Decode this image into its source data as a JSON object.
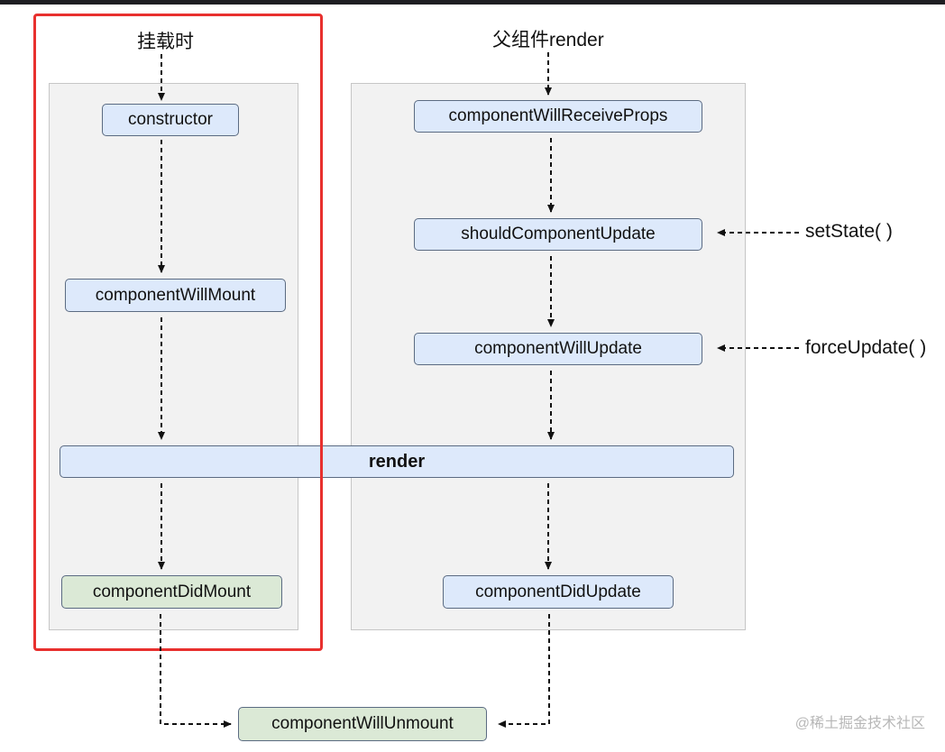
{
  "left_column": {
    "title": "挂载时",
    "constructor": "constructor",
    "will_mount": "componentWillMount",
    "did_mount": "componentDidMount"
  },
  "right_column": {
    "title": "父组件render",
    "will_receive_props": "componentWillReceiveProps",
    "should_update": "shouldComponentUpdate",
    "will_update": "componentWillUpdate",
    "did_update": "componentDidUpdate"
  },
  "shared": {
    "render": "render",
    "will_unmount": "componentWillUnmount"
  },
  "triggers": {
    "set_state": "setState( )",
    "force_update": "forceUpdate( )"
  },
  "watermark": "@稀土掘金技术社区",
  "colors": {
    "node_blue": "#dde9fb",
    "node_green": "#dbe9d6",
    "panel": "#f2f2f2",
    "highlight": "#e8302e"
  }
}
